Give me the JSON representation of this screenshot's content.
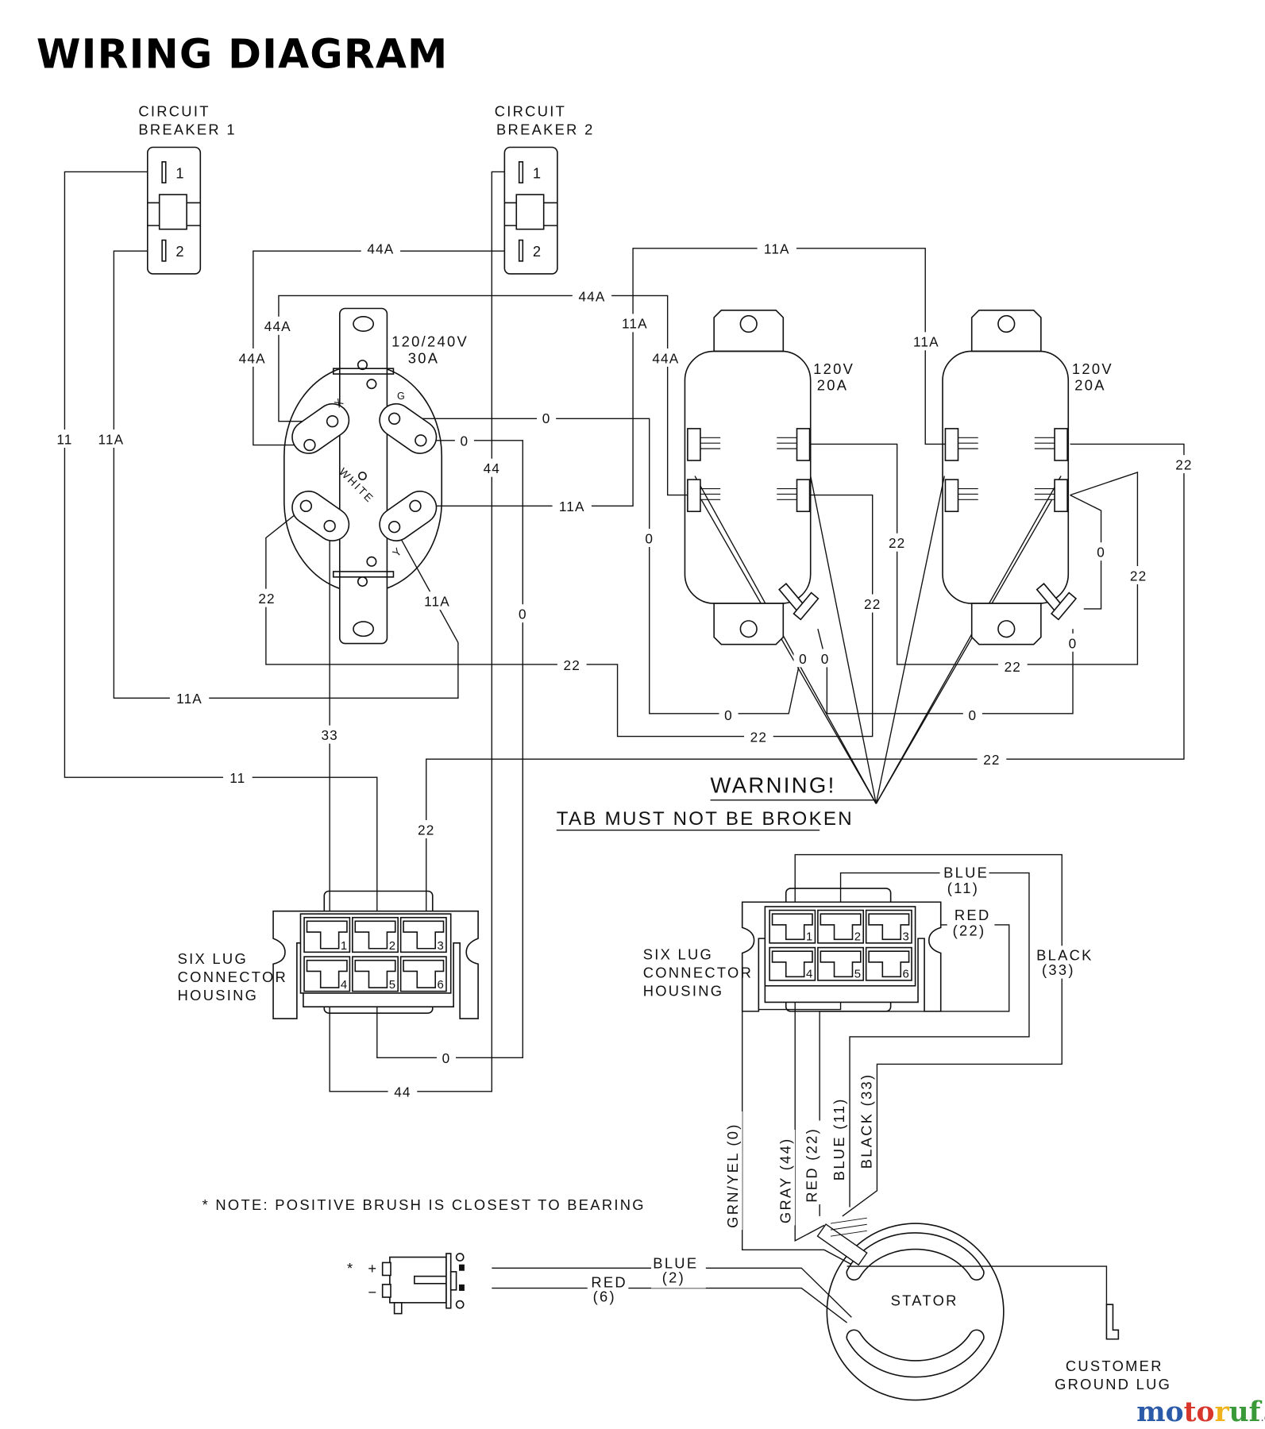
{
  "title": "WIRING DIAGRAM",
  "circuit_breakers": [
    {
      "line1": "CIRCUIT",
      "line2": "BREAKER 1",
      "terminals": [
        "1",
        "2"
      ]
    },
    {
      "line1": "CIRCUIT",
      "line2": "BREAKER 2",
      "terminals": [
        "1",
        "2"
      ]
    }
  ],
  "outlet_30a": {
    "voltage": "120/240V",
    "amperage": "30A",
    "marks": [
      "X",
      "WHITE",
      "Y",
      "G"
    ]
  },
  "receptacles": [
    {
      "voltage": "120V",
      "amperage": "20A"
    },
    {
      "voltage": "120V",
      "amperage": "20A"
    }
  ],
  "wire_labels": [
    "11",
    "11A",
    "11A",
    "11A",
    "44A",
    "44A",
    "44A",
    "44A",
    "44A",
    "11A",
    "11A",
    "11A",
    "11A",
    "0",
    "0",
    "0",
    "0",
    "0",
    "0",
    "44",
    "44",
    "33",
    "22",
    "22",
    "22",
    "22",
    "22",
    "22",
    "22",
    "22",
    "22",
    "22",
    "0",
    "0",
    "0",
    "0",
    "0",
    "11"
  ],
  "warning": {
    "title": "WARNING!",
    "text": "TAB MUST NOT BE BROKEN"
  },
  "connectors": [
    {
      "label": [
        "SIX LUG",
        "CONNECTOR",
        "HOUSING"
      ],
      "lugs": [
        "1",
        "2",
        "3",
        "4",
        "5",
        "6"
      ]
    },
    {
      "label": [
        "SIX LUG",
        "CONNECTOR",
        "HOUSING"
      ],
      "lugs": [
        "1",
        "2",
        "3",
        "4",
        "5",
        "6"
      ]
    }
  ],
  "connector_leads": {
    "blue": {
      "color": "BLUE",
      "wire": "(11)"
    },
    "red": {
      "color": "RED",
      "wire": "(22)"
    },
    "black": {
      "color": "BLACK",
      "wire": "(33)"
    }
  },
  "stator_leads": [
    "GRN/YEL (0)",
    "GRAY (44)",
    "RED (22)",
    "BLUE (11)",
    "BLACK (33)"
  ],
  "note": "* NOTE: POSITIVE BRUSH IS CLOSEST TO BEARING",
  "brush": {
    "asterisk": "*",
    "plus": "+",
    "minus": "−",
    "blue": {
      "color": "BLUE",
      "wire": "(2)"
    },
    "red": {
      "color": "RED",
      "wire": "(6)"
    }
  },
  "stator": "STATOR",
  "ground_lug": [
    "CUSTOMER",
    "GROUND LUG"
  ],
  "watermark": "motoruf.de",
  "watermark_colors": [
    "#2b5aa8",
    "#d9362b",
    "#f0b21a",
    "#3a9a3a"
  ]
}
